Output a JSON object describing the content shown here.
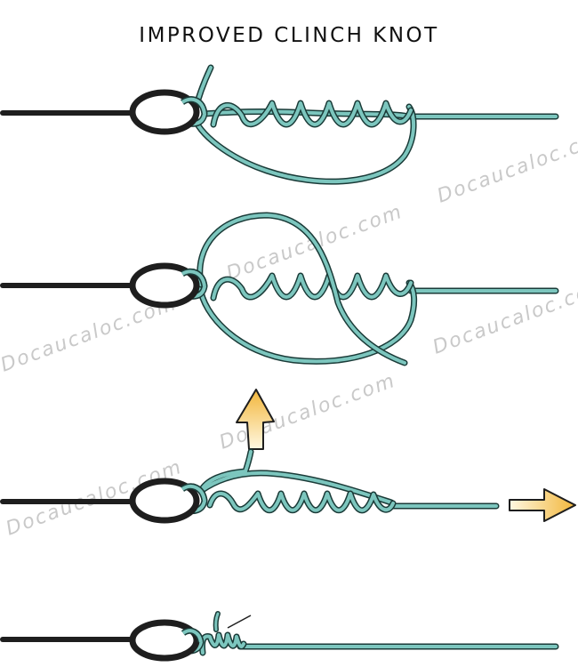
{
  "title": "IMPROVED CLINCH KNOT",
  "watermark": "Docaucaloc.com",
  "colors": {
    "line": "#7cc6be",
    "line_outline": "#1a3b38",
    "main_line": "#1e1e1e",
    "eye": "#1e1e1e",
    "arrow_light": "#fff6d8",
    "arrow_dark": "#f3b93d",
    "watermark": "#c9c9c9"
  },
  "steps": [
    {
      "id": "step-1",
      "wraps": 6
    },
    {
      "id": "step-2",
      "wraps": 6
    },
    {
      "id": "step-3",
      "wraps": 6,
      "arrows": [
        "up-arrow-icon",
        "right-arrow-icon"
      ]
    },
    {
      "id": "step-4",
      "wraps": 5
    }
  ]
}
